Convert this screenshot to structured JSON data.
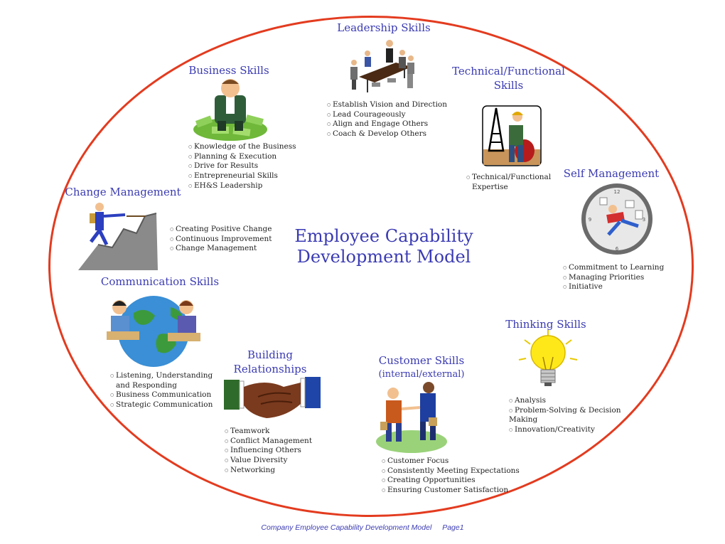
{
  "title": {
    "line1": "Employee Capability",
    "line2": "Development Model"
  },
  "footer": {
    "doc": "Company  Employee  Capability  Development  Model",
    "page": "Page1"
  },
  "colors": {
    "ellipse": "#e33b1f",
    "heading": "#3b3bb3",
    "text": "#222222"
  },
  "sections": {
    "leadership": {
      "title": "Leadership Skills",
      "icon": "boardroom-meeting-icon",
      "items": [
        "Establish Vision and Direction",
        "Lead Courageously",
        "Align and Engage Others",
        "Coach & Develop Others"
      ]
    },
    "business": {
      "title": "Business Skills",
      "icon": "money-pile-businessman-icon",
      "items": [
        "Knowledge of the Business",
        "Planning & Execution",
        "Drive for Results",
        "Entrepreneurial Skills",
        "EH&S Leadership"
      ]
    },
    "technical": {
      "title_line1": "Technical/Functional",
      "title_line2": "Skills",
      "icon": "oil-rig-worker-icon",
      "items": [
        "Technical/Functional",
        "Expertise"
      ]
    },
    "self": {
      "title": "Self Management",
      "icon": "clock-runner-icon",
      "items": [
        "Commitment to Learning",
        "Managing Priorities",
        "Initiative"
      ]
    },
    "change": {
      "title": "Change Management",
      "icon": "mountain-climber-icon",
      "items": [
        "Creating Positive Change",
        "Continuous Improvement",
        "Change Management"
      ]
    },
    "communication": {
      "title": "Communication Skills",
      "icon": "globe-phone-call-icon",
      "items": [
        "Listening, Understanding",
        "and Responding",
        "Business Communication",
        "Strategic Communication"
      ]
    },
    "building": {
      "title_line1": "Building",
      "title_line2": "Relationships",
      "icon": "handshake-icon",
      "items": [
        "Teamwork",
        "Conflict Management",
        "Influencing Others",
        "Value Diversity",
        "Networking"
      ]
    },
    "customer": {
      "title": "Customer Skills",
      "subtitle": "(internal/external)",
      "icon": "business-handshake-icon",
      "items": [
        "Customer Focus",
        "Consistently Meeting Expectations",
        "Creating Opportunities",
        "Ensuring Customer Satisfaction"
      ]
    },
    "thinking": {
      "title": "Thinking Skills",
      "icon": "lightbulb-icon",
      "items": [
        "Analysis",
        "Problem-Solving & Decision",
        "Making",
        "Innovation/Creativity"
      ]
    }
  }
}
